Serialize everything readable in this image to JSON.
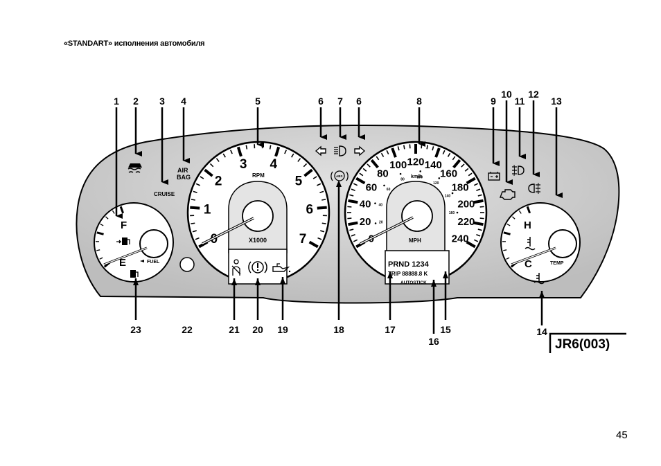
{
  "header": {
    "title": "«STANDART» исполнения автомобиля"
  },
  "page_number": "45",
  "figure_code": "JR6(003)",
  "callouts": {
    "c1": "1",
    "c2": "2",
    "c3": "3",
    "c4": "4",
    "c5": "5",
    "c6a": "6",
    "c7": "7",
    "c6b": "6",
    "c8": "8",
    "c9": "9",
    "c10": "10",
    "c11": "11",
    "c12": "12",
    "c13": "13",
    "c14": "14",
    "c15": "15",
    "c16": "16",
    "c17": "17",
    "c18": "18",
    "c19": "19",
    "c20": "20",
    "c21": "21",
    "c22": "22",
    "c23": "23"
  },
  "labels": {
    "cruise": "CRUISE",
    "air": "AIR",
    "bag": "BAG",
    "rpm": "RPM",
    "x1000": "X1000",
    "kmh": "km/h",
    "mph": "MPH",
    "fuel": "FUEL",
    "temp": "TEMP",
    "f": "F",
    "e": "E",
    "h": "H",
    "c": "C",
    "abs": "ABS",
    "gear": "PRND 1234",
    "trip": "TRIP 88888.8 K",
    "autostick": "AUTOSTICK"
  },
  "tach_ticks": [
    "0",
    "1",
    "2",
    "3",
    "4",
    "5",
    "6",
    "7"
  ],
  "speed_ticks": [
    "0",
    "20",
    "40",
    "60",
    "80",
    "100",
    "120",
    "140",
    "160",
    "180",
    "200",
    "220",
    "240"
  ],
  "mph_ticks": [
    "20",
    "40",
    "60",
    "80",
    "100",
    "120",
    "140",
    "160"
  ]
}
